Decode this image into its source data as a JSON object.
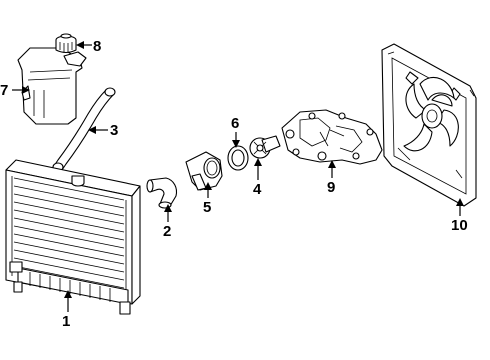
{
  "callouts": [
    {
      "id": "1",
      "label": "1",
      "part": "radiator"
    },
    {
      "id": "2",
      "label": "2",
      "part": "coolant-outlet-elbow"
    },
    {
      "id": "3",
      "label": "3",
      "part": "overflow-hose"
    },
    {
      "id": "4",
      "label": "4",
      "part": "thermostat"
    },
    {
      "id": "5",
      "label": "5",
      "part": "thermostat-housing"
    },
    {
      "id": "6",
      "label": "6",
      "part": "gasket-o-ring"
    },
    {
      "id": "7",
      "label": "7",
      "part": "coolant-reservoir"
    },
    {
      "id": "8",
      "label": "8",
      "part": "reservoir-cap"
    },
    {
      "id": "9",
      "label": "9",
      "part": "water-pump"
    },
    {
      "id": "10",
      "label": "10",
      "part": "cooling-fan-assembly"
    }
  ]
}
